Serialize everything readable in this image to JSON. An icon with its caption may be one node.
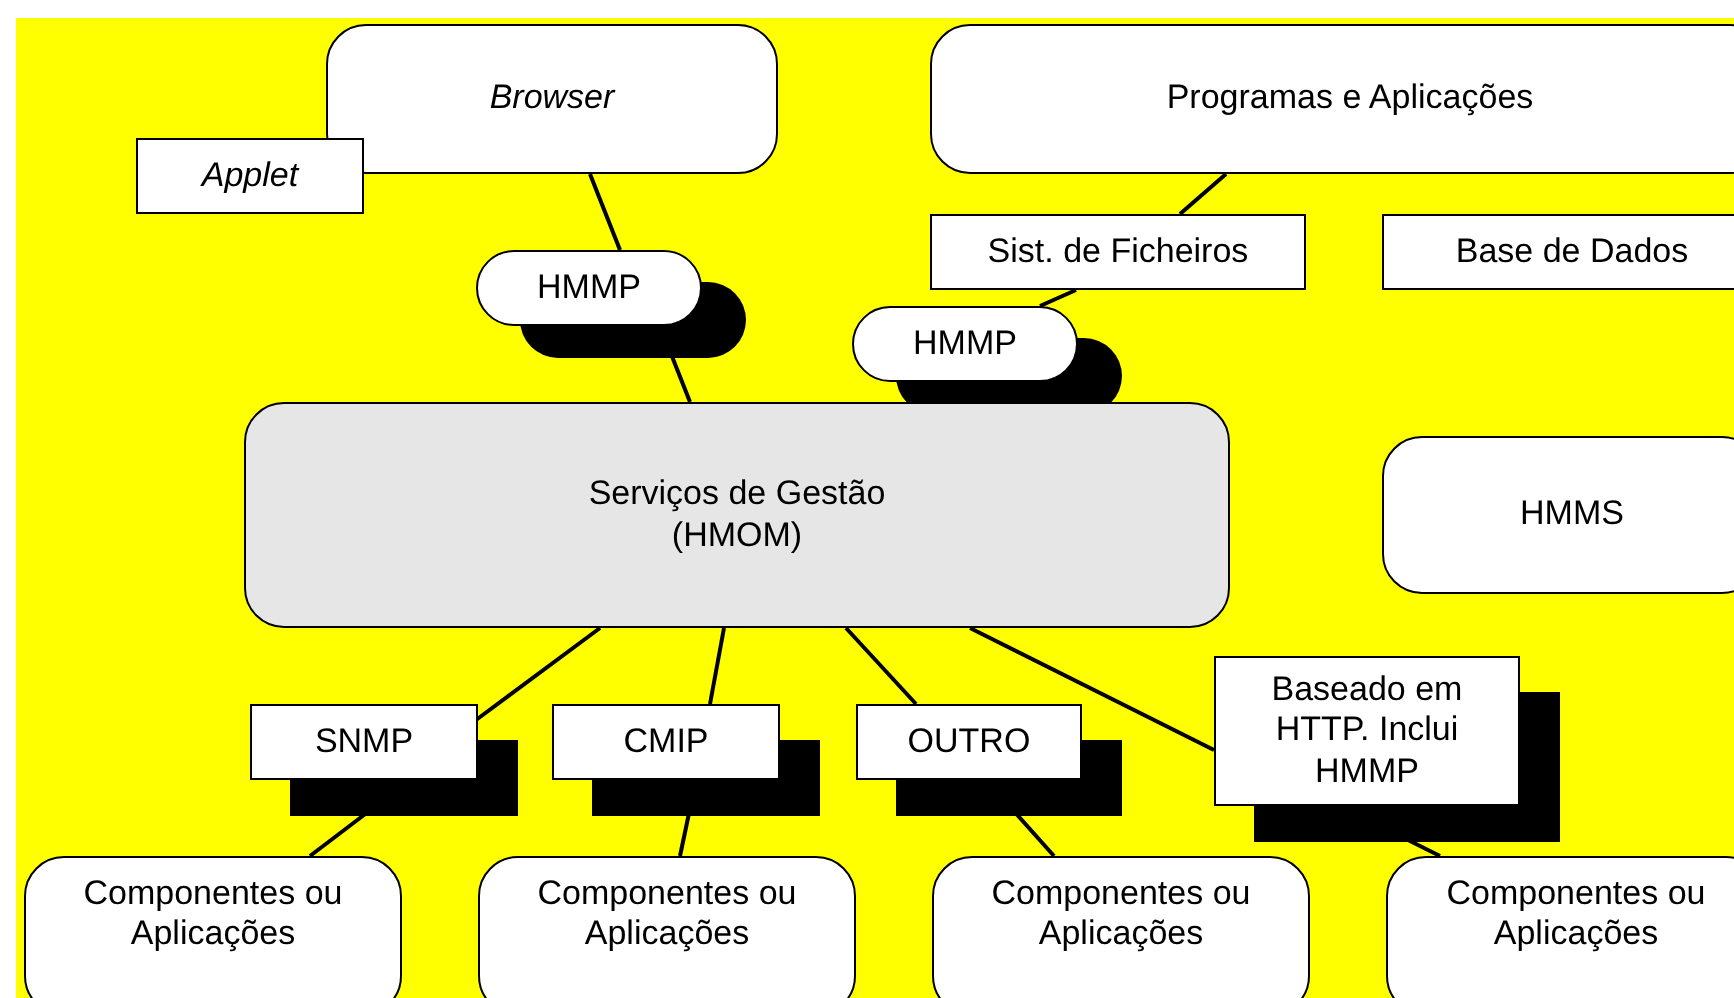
{
  "diagram": {
    "nodes": [
      {
        "text": [
          "Browser"
        ]
      },
      {
        "text": [
          "Applet"
        ]
      },
      {
        "text": [
          "HMMP"
        ]
      },
      {
        "text": [
          "Programas e Aplicações"
        ]
      },
      {
        "text": [
          "Sist. de Ficheiros"
        ]
      },
      {
        "text": [
          "Base de Dados"
        ]
      },
      {
        "text": [
          "HMMP"
        ]
      },
      {
        "text": [
          "Serviços de Gestão (HMOM)"
        ]
      },
      {
        "text": [
          "HMMS"
        ]
      },
      {
        "text": [
          "SNMP"
        ]
      },
      {
        "text": [
          "CMIP"
        ]
      },
      {
        "text": [
          "OUTRO"
        ]
      },
      {
        "text": [
          "Baseado em HTTP. Inclui HMMP"
        ]
      },
      {
        "text": [
          "Componentes ou Aplicações"
        ]
      },
      {
        "text": [
          "Componentes ou Aplicações"
        ]
      },
      {
        "text": [
          "Componentes ou Aplicações"
        ]
      },
      {
        "text": [
          "Componentes ou Aplicações"
        ]
      }
    ],
    "edges": [
      {
        "from": 0,
        "to": 2,
        "arrow": "none"
      },
      {
        "from": 2,
        "to": 7,
        "arrow": "none"
      },
      {
        "from": 3,
        "to": 4,
        "arrow": "none"
      },
      {
        "from": 4,
        "to": 6,
        "arrow": "none"
      },
      {
        "from": 7,
        "to": 9,
        "arrow": "none"
      },
      {
        "from": 7,
        "to": 10,
        "arrow": "none"
      },
      {
        "from": 7,
        "to": 11,
        "arrow": "none"
      },
      {
        "from": 7,
        "to": 12,
        "arrow": "none"
      },
      {
        "from": 9,
        "to": 13,
        "arrow": "none"
      },
      {
        "from": 10,
        "to": 14,
        "arrow": "none"
      },
      {
        "from": 11,
        "to": 15,
        "arrow": "none"
      },
      {
        "from": 12,
        "to": 16,
        "arrow": "none"
      }
    ]
  }
}
